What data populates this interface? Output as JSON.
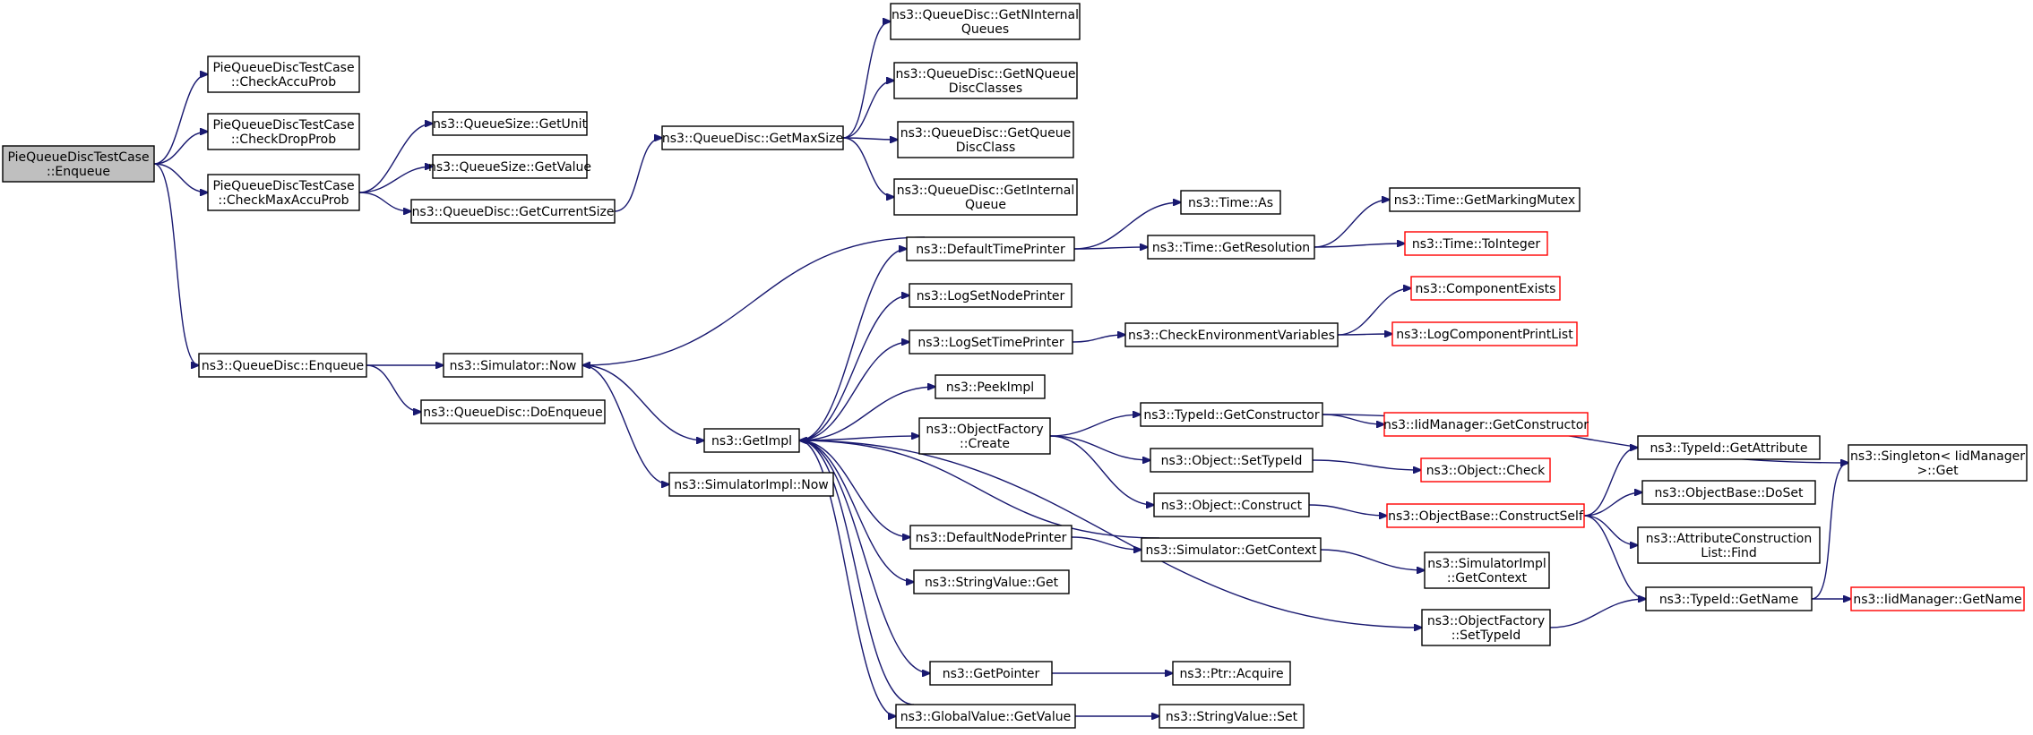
{
  "graph": {
    "nodes": [
      {
        "id": "enqueue_tc",
        "lines": [
          "PieQueueDiscTestCase",
          "::Enqueue"
        ],
        "root": true
      },
      {
        "id": "check_accu",
        "lines": [
          "PieQueueDiscTestCase",
          "::CheckAccuProb"
        ]
      },
      {
        "id": "check_drop",
        "lines": [
          "PieQueueDiscTestCase",
          "::CheckDropProb"
        ]
      },
      {
        "id": "check_max",
        "lines": [
          "PieQueueDiscTestCase",
          "::CheckMaxAccuProb"
        ]
      },
      {
        "id": "qs_getunit",
        "lines": [
          "ns3::QueueSize::GetUnit"
        ]
      },
      {
        "id": "qs_getvalue",
        "lines": [
          "ns3::QueueSize::GetValue"
        ]
      },
      {
        "id": "qd_getcur",
        "lines": [
          "ns3::QueueDisc::GetCurrentSize"
        ]
      },
      {
        "id": "qd_getmax",
        "lines": [
          "ns3::QueueDisc::GetMaxSize"
        ]
      },
      {
        "id": "qd_getnint",
        "lines": [
          "ns3::QueueDisc::GetNInternal",
          "Queues"
        ]
      },
      {
        "id": "qd_getnqdc",
        "lines": [
          "ns3::QueueDisc::GetNQueue",
          "DiscClasses"
        ]
      },
      {
        "id": "qd_getqdc",
        "lines": [
          "ns3::QueueDisc::GetQueue",
          "DiscClass"
        ]
      },
      {
        "id": "qd_getintq",
        "lines": [
          "ns3::QueueDisc::GetInternal",
          "Queue"
        ]
      },
      {
        "id": "qd_enqueue",
        "lines": [
          "ns3::QueueDisc::Enqueue"
        ]
      },
      {
        "id": "sim_now",
        "lines": [
          "ns3::Simulator::Now"
        ]
      },
      {
        "id": "qd_doenq",
        "lines": [
          "ns3::QueueDisc::DoEnqueue"
        ]
      },
      {
        "id": "simimpl_now",
        "lines": [
          "ns3::SimulatorImpl::Now"
        ]
      },
      {
        "id": "getimpl",
        "lines": [
          "ns3::GetImpl"
        ]
      },
      {
        "id": "def_time",
        "lines": [
          "ns3::DefaultTimePrinter"
        ]
      },
      {
        "id": "time_as",
        "lines": [
          "ns3::Time::As"
        ]
      },
      {
        "id": "time_getres",
        "lines": [
          "ns3::Time::GetResolution"
        ]
      },
      {
        "id": "time_mutex",
        "lines": [
          "ns3::Time::GetMarkingMutex"
        ]
      },
      {
        "id": "time_toint",
        "lines": [
          "ns3::Time::ToInteger"
        ],
        "red": true
      },
      {
        "id": "log_node",
        "lines": [
          "ns3::LogSetNodePrinter"
        ]
      },
      {
        "id": "log_time",
        "lines": [
          "ns3::LogSetTimePrinter"
        ]
      },
      {
        "id": "check_env",
        "lines": [
          "ns3::CheckEnvironmentVariables"
        ]
      },
      {
        "id": "comp_exists",
        "lines": [
          "ns3::ComponentExists"
        ],
        "red": true
      },
      {
        "id": "log_comp_list",
        "lines": [
          "ns3::LogComponentPrintList"
        ],
        "red": true
      },
      {
        "id": "peekimpl",
        "lines": [
          "ns3::PeekImpl"
        ]
      },
      {
        "id": "objfac_create",
        "lines": [
          "ns3::ObjectFactory",
          "::Create"
        ]
      },
      {
        "id": "typeid_getctor",
        "lines": [
          "ns3::TypeId::GetConstructor"
        ]
      },
      {
        "id": "iidmgr_getctor",
        "lines": [
          "ns3::IidManager::GetConstructor"
        ],
        "red": true
      },
      {
        "id": "singleton_get",
        "lines": [
          "ns3::Singleton< IidManager",
          " >::Get"
        ]
      },
      {
        "id": "obj_settypeid",
        "lines": [
          "ns3::Object::SetTypeId"
        ]
      },
      {
        "id": "obj_check",
        "lines": [
          "ns3::Object::Check"
        ],
        "red": true
      },
      {
        "id": "obj_construct",
        "lines": [
          "ns3::Object::Construct"
        ]
      },
      {
        "id": "objbase_cs",
        "lines": [
          "ns3::ObjectBase::ConstructSelf"
        ],
        "red": true
      },
      {
        "id": "typeid_getattr",
        "lines": [
          "ns3::TypeId::GetAttribute"
        ]
      },
      {
        "id": "objbase_doset",
        "lines": [
          "ns3::ObjectBase::DoSet"
        ]
      },
      {
        "id": "attr_find",
        "lines": [
          "ns3::AttributeConstruction",
          "List::Find"
        ]
      },
      {
        "id": "typeid_getname",
        "lines": [
          "ns3::TypeId::GetName"
        ]
      },
      {
        "id": "iidmgr_getname",
        "lines": [
          "ns3::IidManager::GetName"
        ],
        "red": true
      },
      {
        "id": "def_node",
        "lines": [
          "ns3::DefaultNodePrinter"
        ]
      },
      {
        "id": "sim_getctx",
        "lines": [
          "ns3::Simulator::GetContext"
        ]
      },
      {
        "id": "simimpl_getctx",
        "lines": [
          "ns3::SimulatorImpl",
          "::GetContext"
        ]
      },
      {
        "id": "strval_get",
        "lines": [
          "ns3::StringValue::Get"
        ]
      },
      {
        "id": "objfac_settid",
        "lines": [
          "ns3::ObjectFactory",
          "::SetTypeId"
        ]
      },
      {
        "id": "getpointer",
        "lines": [
          "ns3::GetPointer"
        ]
      },
      {
        "id": "ptr_acquire",
        "lines": [
          "ns3::Ptr::Acquire"
        ]
      },
      {
        "id": "gv_getvalue",
        "lines": [
          "ns3::GlobalValue::GetValue"
        ]
      },
      {
        "id": "strval_set",
        "lines": [
          "ns3::StringValue::Set"
        ]
      }
    ],
    "edges": [
      [
        "enqueue_tc",
        "check_accu"
      ],
      [
        "enqueue_tc",
        "check_drop"
      ],
      [
        "enqueue_tc",
        "check_max"
      ],
      [
        "enqueue_tc",
        "qd_enqueue"
      ],
      [
        "check_max",
        "qs_getunit"
      ],
      [
        "check_max",
        "qs_getvalue"
      ],
      [
        "check_max",
        "qd_getcur"
      ],
      [
        "qd_getcur",
        "qd_getmax"
      ],
      [
        "qd_getmax",
        "qd_getnint"
      ],
      [
        "qd_getmax",
        "qd_getnqdc"
      ],
      [
        "qd_getmax",
        "qd_getqdc"
      ],
      [
        "qd_getmax",
        "qd_getintq"
      ],
      [
        "qd_enqueue",
        "sim_now"
      ],
      [
        "qd_enqueue",
        "qd_doenq"
      ],
      [
        "sim_now",
        "getimpl"
      ],
      [
        "sim_now",
        "simimpl_now"
      ],
      [
        "getimpl",
        "def_time"
      ],
      [
        "getimpl",
        "log_node"
      ],
      [
        "getimpl",
        "log_time"
      ],
      [
        "getimpl",
        "peekimpl"
      ],
      [
        "getimpl",
        "objfac_create"
      ],
      [
        "getimpl",
        "def_node"
      ],
      [
        "getimpl",
        "strval_get"
      ],
      [
        "getimpl",
        "objfac_settid"
      ],
      [
        "getimpl",
        "getpointer"
      ],
      [
        "getimpl",
        "gv_getvalue"
      ],
      [
        "def_time",
        "sim_now"
      ],
      [
        "def_time",
        "time_as"
      ],
      [
        "def_time",
        "time_getres"
      ],
      [
        "time_getres",
        "time_mutex"
      ],
      [
        "time_getres",
        "time_toint"
      ],
      [
        "log_time",
        "check_env"
      ],
      [
        "check_env",
        "comp_exists"
      ],
      [
        "check_env",
        "log_comp_list"
      ],
      [
        "objfac_create",
        "typeid_getctor"
      ],
      [
        "objfac_create",
        "obj_settypeid"
      ],
      [
        "objfac_create",
        "obj_construct"
      ],
      [
        "typeid_getctor",
        "iidmgr_getctor"
      ],
      [
        "typeid_getctor",
        "singleton_get"
      ],
      [
        "obj_settypeid",
        "obj_check"
      ],
      [
        "obj_construct",
        "objbase_cs"
      ],
      [
        "objbase_cs",
        "typeid_getattr"
      ],
      [
        "objbase_cs",
        "objbase_doset"
      ],
      [
        "objbase_cs",
        "attr_find"
      ],
      [
        "objbase_cs",
        "typeid_getname"
      ],
      [
        "typeid_getname",
        "singleton_get"
      ],
      [
        "typeid_getname",
        "iidmgr_getname"
      ],
      [
        "def_node",
        "sim_getctx"
      ],
      [
        "sim_getctx",
        "getimpl"
      ],
      [
        "sim_getctx",
        "simimpl_getctx"
      ],
      [
        "objfac_settid",
        "typeid_getname"
      ],
      [
        "getpointer",
        "ptr_acquire"
      ],
      [
        "gv_getvalue",
        "getimpl"
      ],
      [
        "gv_getvalue",
        "strval_set"
      ]
    ]
  }
}
